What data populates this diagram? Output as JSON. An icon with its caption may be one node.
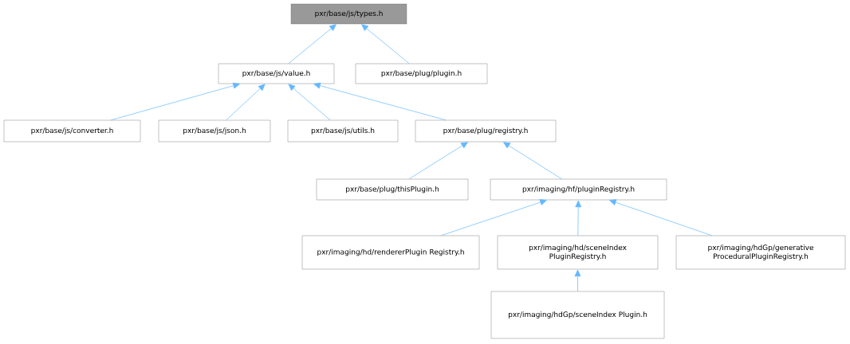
{
  "diagram": {
    "nodes": [
      {
        "text": [
          "pxr/base/js/types.h"
        ]
      },
      {
        "text": [
          "pxr/base/js/value.h"
        ]
      },
      {
        "text": [
          "pxr/base/plug/plugin.h"
        ]
      },
      {
        "text": [
          "pxr/base/js/converter.h"
        ]
      },
      {
        "text": [
          "pxr/base/js/json.h"
        ]
      },
      {
        "text": [
          "pxr/base/js/utils.h"
        ]
      },
      {
        "text": [
          "pxr/base/plug/registry.h"
        ]
      },
      {
        "text": [
          "pxr/base/plug/thisPlugin.h"
        ]
      },
      {
        "text": [
          "pxr/imaging/hf/pluginRegistry.h"
        ]
      },
      {
        "text": [
          "pxr/imaging/hd/rendererPlugin Registry.h"
        ]
      },
      {
        "text": [
          "pxr/imaging/hd/sceneIndex PluginRegistry.h"
        ]
      },
      {
        "text": [
          "pxr/imaging/hdGp/generative ProceduralPluginRegistry.h"
        ]
      },
      {
        "text": [
          "pxr/imaging/hdGp/sceneIndex Plugin.h"
        ]
      }
    ],
    "edges": [
      {
        "from": 1,
        "to": 0,
        "arrow": "to"
      },
      {
        "from": 2,
        "to": 0,
        "arrow": "to"
      },
      {
        "from": 3,
        "to": 1,
        "arrow": "to"
      },
      {
        "from": 4,
        "to": 1,
        "arrow": "to"
      },
      {
        "from": 5,
        "to": 1,
        "arrow": "to"
      },
      {
        "from": 6,
        "to": 1,
        "arrow": "to"
      },
      {
        "from": 7,
        "to": 6,
        "arrow": "to"
      },
      {
        "from": 8,
        "to": 6,
        "arrow": "to"
      },
      {
        "from": 9,
        "to": 8,
        "arrow": "to"
      },
      {
        "from": 10,
        "to": 8,
        "arrow": "to"
      },
      {
        "from": 11,
        "to": 8,
        "arrow": "to"
      },
      {
        "from": 12,
        "to": 10,
        "arrow": "to"
      }
    ]
  }
}
